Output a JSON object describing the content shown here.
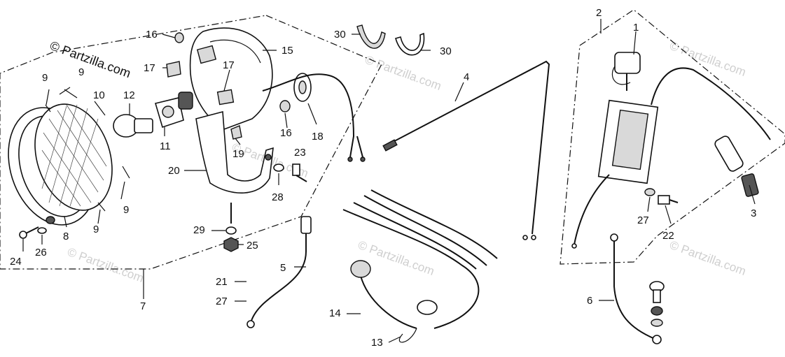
{
  "watermarks": {
    "main": "© Partzilla.com",
    "faint": [
      "© Partzilla.com",
      "© Partzilla.com",
      "© Partzilla.com",
      "© Partzilla.com",
      "© Partzilla.com",
      "© Partzilla.com"
    ]
  },
  "callouts": [
    {
      "id": "c1",
      "text": "1"
    },
    {
      "id": "c2",
      "text": "2"
    },
    {
      "id": "c3",
      "text": "3"
    },
    {
      "id": "c4",
      "text": "4"
    },
    {
      "id": "c5",
      "text": "5"
    },
    {
      "id": "c6",
      "text": "6"
    },
    {
      "id": "c7",
      "text": "7"
    },
    {
      "id": "c8",
      "text": "8"
    },
    {
      "id": "c9a",
      "text": "9"
    },
    {
      "id": "c9b",
      "text": "9"
    },
    {
      "id": "c9c",
      "text": "9"
    },
    {
      "id": "c9d",
      "text": "9"
    },
    {
      "id": "c10",
      "text": "10"
    },
    {
      "id": "c11",
      "text": "11"
    },
    {
      "id": "c12",
      "text": "12"
    },
    {
      "id": "c13",
      "text": "13"
    },
    {
      "id": "c14",
      "text": "14"
    },
    {
      "id": "c15",
      "text": "15"
    },
    {
      "id": "c16a",
      "text": "16"
    },
    {
      "id": "c16b",
      "text": "16"
    },
    {
      "id": "c17a",
      "text": "17"
    },
    {
      "id": "c17b",
      "text": "17"
    },
    {
      "id": "c18",
      "text": "18"
    },
    {
      "id": "c19",
      "text": "19"
    },
    {
      "id": "c20",
      "text": "20"
    },
    {
      "id": "c21",
      "text": "21"
    },
    {
      "id": "c22",
      "text": "22"
    },
    {
      "id": "c23",
      "text": "23"
    },
    {
      "id": "c24",
      "text": "24"
    },
    {
      "id": "c25",
      "text": "25"
    },
    {
      "id": "c26",
      "text": "26"
    },
    {
      "id": "c27a",
      "text": "27"
    },
    {
      "id": "c27b",
      "text": "27"
    },
    {
      "id": "c28",
      "text": "28"
    },
    {
      "id": "c29",
      "text": "29"
    },
    {
      "id": "c30a",
      "text": "30"
    },
    {
      "id": "c30b",
      "text": "30"
    }
  ]
}
